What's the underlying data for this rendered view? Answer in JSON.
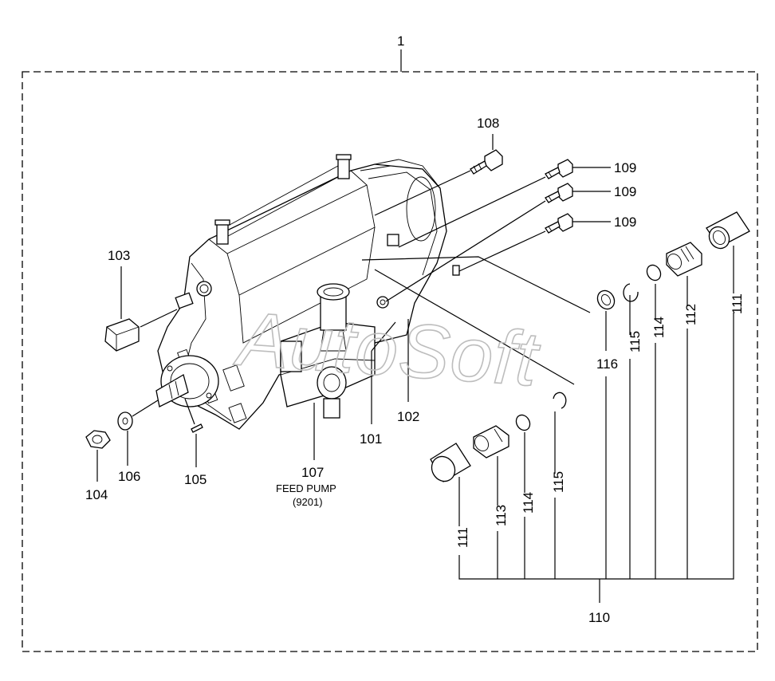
{
  "diagram": {
    "watermark": "AutoSoft",
    "assembly_label": "1",
    "labels": {
      "p101": "101",
      "p102": "102",
      "p103": "103",
      "p104": "104",
      "p105": "105",
      "p106": "106",
      "p107": "107",
      "p108": "108",
      "p109a": "109",
      "p109b": "109",
      "p109c": "109",
      "p110": "110",
      "p111a": "111",
      "p111b": "111",
      "p112": "112",
      "p113": "113",
      "p114a": "114",
      "p114b": "114",
      "p115a": "115",
      "p115b": "115",
      "p116": "116"
    },
    "feed_pump_caption": "FEED PUMP",
    "feed_pump_code": "(9201)"
  }
}
